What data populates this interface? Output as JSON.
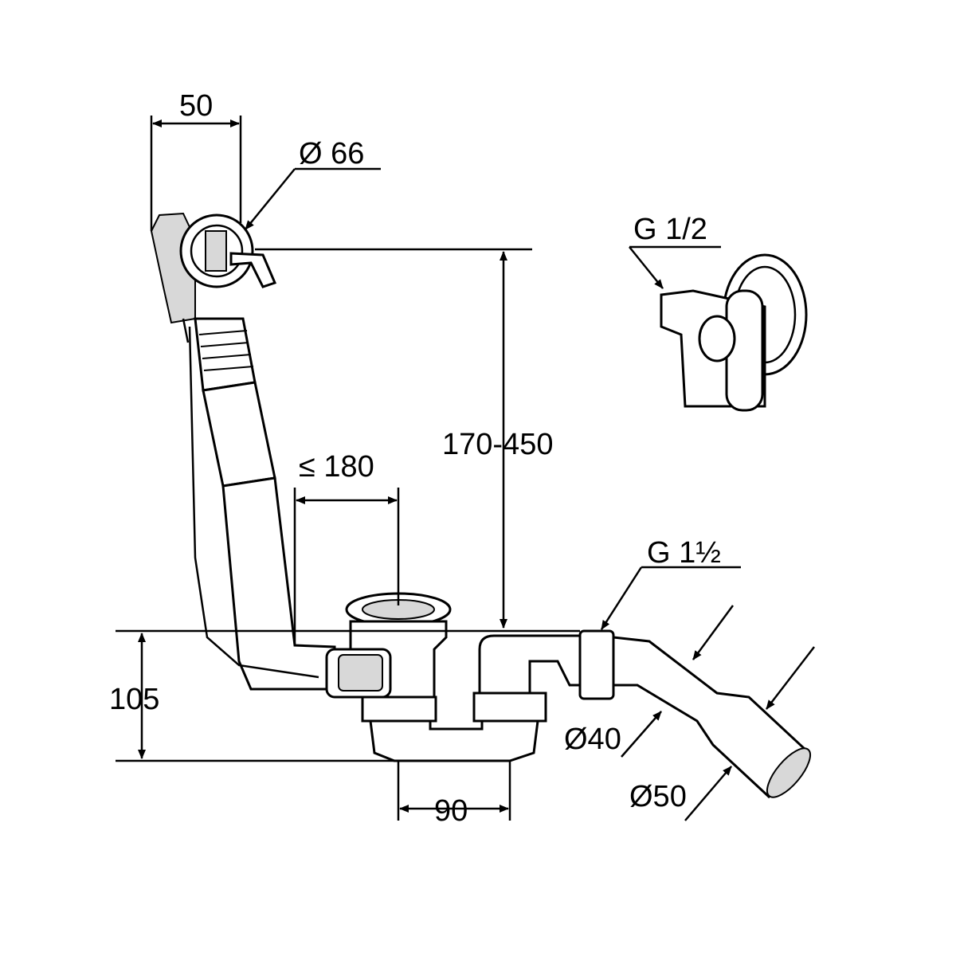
{
  "title": "Bath waste and overflow set dimension drawing",
  "dimensions": {
    "width_top": "50",
    "overflow_diameter": "Ø 66",
    "water_inlet_thread": "G 1/2",
    "height_range": "170-450",
    "max_distance": "≤ 180",
    "outlet_thread": "G 1½",
    "height": "105",
    "pipe_diameter_small": "Ø40",
    "pipe_diameter_large": "Ø50",
    "trap_spacing": "90"
  }
}
